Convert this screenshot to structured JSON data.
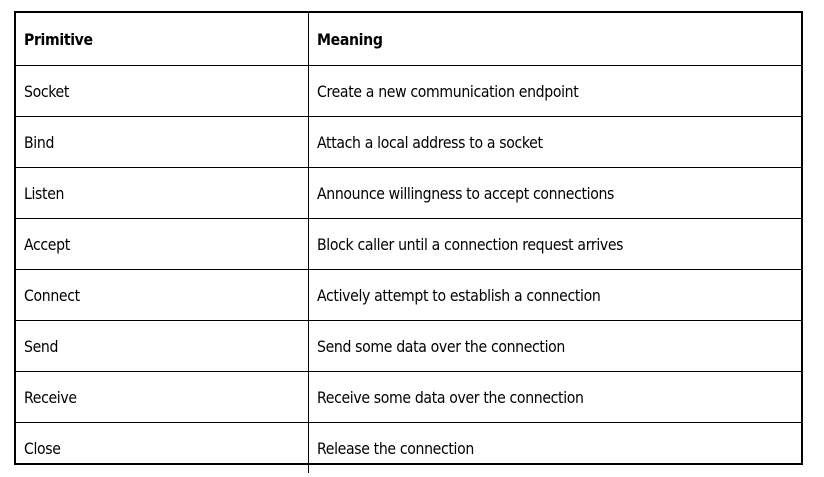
{
  "table": {
    "headers": [
      "Primitive",
      "Meaning"
    ],
    "rows": [
      [
        "Socket",
        "Create a new communication endpoint"
      ],
      [
        "Bind",
        "Attach a local address to a socket"
      ],
      [
        "Listen",
        "Announce willingness to accept connections"
      ],
      [
        "Accept",
        "Block caller until a connection request arrives"
      ],
      [
        "Connect",
        "Actively attempt to establish a connection"
      ],
      [
        "Send",
        "Send some data over the connection"
      ],
      [
        "Receive",
        "Receive some data over the connection"
      ],
      [
        "Close",
        "Release the connection"
      ]
    ]
  }
}
